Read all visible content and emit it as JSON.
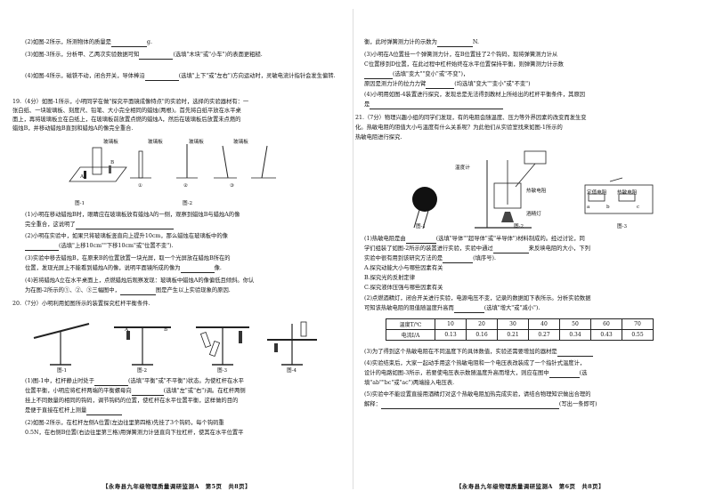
{
  "left": {
    "lines": [
      "(2)如图-2所示，所测物体的质量是",
      "g.",
      "(3)如图-3所示，分析甲、乙两次实验数据可知",
      "(选填\"木块\"或\"小车\")的表面更粗糙.",
      "(4)如图-4所示，磁铁不动，闭合开关，导体棒沿",
      "(选填\"上下\"或\"左右\")方向运动时，灵敏电流计指针会发生偏转.",
      "19.（4分）如图-1所示，小明同学在做\"探究平面镜成像特点\"的实验时，选择的实验器材有：一",
      "张白纸、一块玻璃板、刻度尺、铅笔、大小完全相同的蜡烛(两根)。首先将白纸平放在水平桌",
      "面上，再将玻璃板立在白纸上，在玻璃板前放置点燃的蜡烛A，然后在玻璃板后放置未点燃的",
      "蜡烛B，并移动蜡烛B直到和蜡烛A的像完全重合.",
      "(1)小明在移动蜡烛B时，眼睛应在玻璃板放有蜡烛A的一侧，观察到蜡烛B与蜡烛A的像",
      "完全重合，这说明了",
      "(2)小明在实验中，如果只将玻璃板竖直向上提升10cm，那么蜡烛在玻璃板中的像",
      "(选填\"上移10cm\"\"下移10cm\"或\"位置不变\").",
      "(3)实验中移去蜡烛B，在原来B的位置放置一块光屏，取一个光屏放在蜡烛B所在的",
      "位置，发现光屏上不能看到蜡烛A的像，说明平面镜所成的像为",
      "像.",
      "(4)若将蜡烛A立在水平桌面上，点燃蜡烛后观察发现：玻璃板中蜡烛A的像偏低且倾斜。你认",
      "为在图-2所示的①、②、③三幅图中，",
      "图是产生以上实验现象的原因.",
      "20.（7分）小明利用如图所示的装置探究杠杆平衡条件.",
      "(1)图-1中，杠杆静止时处于",
      "(选填\"平衡\"或\"不平衡\")状态。为使杠杆在水平",
      "位置平衡，小明应将杠杆两端的平衡螺母向",
      "(选填\"左\"或\"右\")调。在杠杆两侧",
      "挂上不同数量的相同的钩码，调节钩码的位置，使杠杆在水平位置平衡，这样做的目的",
      "是便于直接在杠杆上测量",
      "(2)如图-2所示，在杠杆左侧A位置(左边往里第四格)先挂了3个钩码，每个钩码重",
      "0.5N，在右侧B位置(右边往里第三格)用弹簧测力计竖直向下拉杠杆，使其在水平位置平"
    ],
    "fig19_caps": [
      "图-1",
      "①",
      "②",
      "③",
      "图-2",
      "玻璃板",
      "玻璃板",
      "玻璃板",
      "玻璃板",
      "A",
      "B"
    ],
    "fig20_caps": [
      "图-1",
      "图-2",
      "图-3",
      "图-4",
      "A",
      "B"
    ],
    "footer": "【永寿县九年级物理质量调研监测A　第5页　共8页】"
  },
  "right": {
    "lines": [
      "衡，此时弹簧测力计的示数为",
      "N.",
      "(3)小明在A位置挂一个弹簧测力计，在B位置挂了2个钩码，现将弹簧测力计从",
      "C位置移到D位置，在此过程中杠杆始终在水平位置保持平衡，则弹簧测力计示数",
      "(选填\"变大\"\"变小\"或\"不变\")，",
      "原因是测力计的拉力力臂",
      "(均选填\"变大\"\"变小\"或\"不变\")",
      "(4)小明用如图-4装置进行探究，发现总是无法得到教材上所给出的杠杆平衡条件，其原因",
      "是",
      "21.（7分）物理兴趣小组的同学们发现，有的电阻会随温度、压力等外界因素的改变而发生变",
      "化。热敏电阻的阻值大小与温度有什么关系呢？为此他们从实验室找来如图-1所示的",
      "热敏电阻进行探究.",
      "(1)热敏电阻是由",
      "(选填\"导体\"\"超导体\"或\"半导体\")材料制成的。经过讨论，同",
      "学们组装了如图-2所示的装置进行实验，实验中通过",
      "来反映电阻的大小，下列",
      "实验中很有用到该研究方法的是",
      "(填序号).",
      "A.探究动能大小与哪些因素有关",
      "B.探究光的反射定律",
      "C.探究液体压强与哪些因素有关",
      "(2)点燃酒精灯，闭合开关进行实验，电源电压不变，记录的数据如下表所示。分析实验数据",
      "可知该热敏电阻的阻值随温度升高而",
      "(选填\"增大\"或\"减小\").",
      "(3)为了得到这个热敏电阻在不同温度下的具体数值，实验还需要增加的器材是",
      "(4)实验结束后，大家一起动手用这个热敏电阻和一个电压表改装成了一个指针式温度计，",
      "设计的电路如图-3所示，若要使电压表示数随温度升高而增大，则应在图中",
      "(选",
      "填\"ab\"\"bc\"或\"ac\")两端接入电压表.",
      "(5)实验中不能设置直接用酒精灯对这个热敏电阻加热完成实验，请结合物理知识做出合理的",
      "解释：",
      "(写出一条即可)"
    ],
    "fig21_caps": [
      "图-1",
      "图-2",
      "图-3",
      "温度计",
      "热敏电阻",
      "酒精灯",
      "定值电阻",
      "热敏电阻",
      "a",
      "b",
      "c"
    ],
    "table": {
      "row1_label": "温度T/℃",
      "row2_label": "电流I/A",
      "temps": [
        "10",
        "20",
        "30",
        "40",
        "50",
        "60",
        "70"
      ],
      "currents": [
        "0.13",
        "0.16",
        "0.21",
        "0.27",
        "0.34",
        "0.43",
        "0.55"
      ]
    },
    "footer": "【永寿县九年级物理质量调研监测A　第6页　共8页】"
  }
}
